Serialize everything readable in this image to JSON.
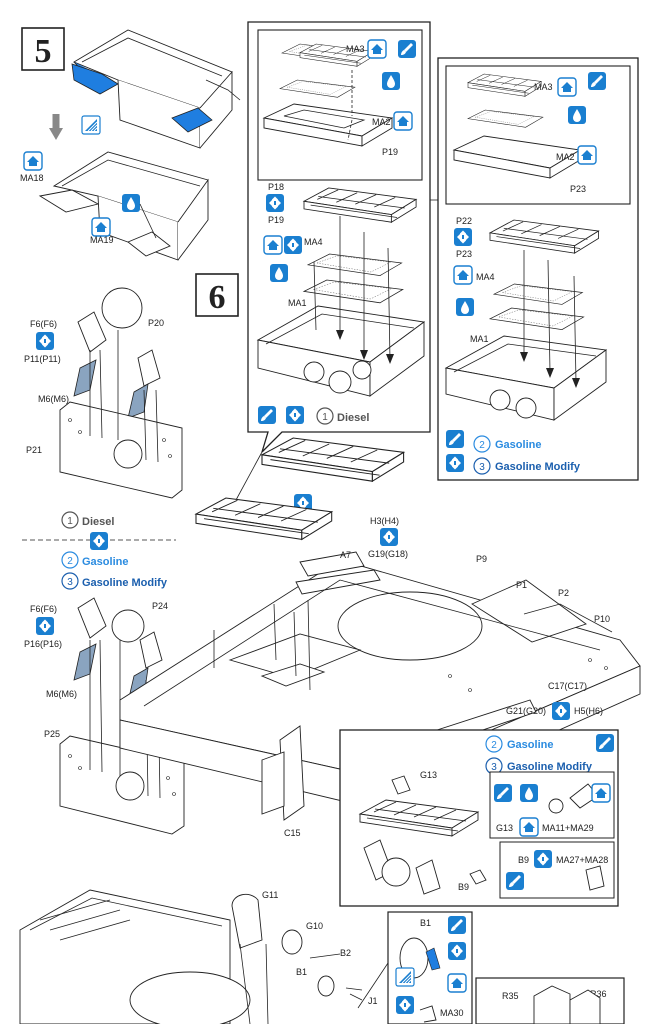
{
  "steps": [
    {
      "number": "5"
    },
    {
      "number": "6"
    }
  ],
  "variants": {
    "diesel": {
      "number": "1",
      "label": "Diesel"
    },
    "gasoline": {
      "number": "2",
      "label": "Gasoline"
    },
    "gasoline_modify": {
      "number": "3",
      "label": "Gasoline Modify"
    }
  },
  "part_labels": {
    "ma18": "MA18",
    "ma19": "MA19",
    "ma3": "MA3",
    "ma2": "MA2",
    "p19": "P19",
    "p18": "P18",
    "ma4": "MA4",
    "ma1": "MA1",
    "p23": "P23",
    "p22": "P22",
    "p20": "P20",
    "f6": "F6(F6)",
    "p11": "P11(P11)",
    "m6": "M6(M6)",
    "p21": "P21",
    "a7": "A7",
    "h3": "H3(H4)",
    "g19": "G19(G18)",
    "p9": "P9",
    "p1": "P1",
    "p2": "P2",
    "p10": "P10",
    "c17": "C17(C17)",
    "g21": "G21(G20)",
    "h5": "H5(H6)",
    "p24": "P24",
    "p16": "P16(P16)",
    "p25": "P25",
    "c15": "C15",
    "g13": "G13",
    "ma11_29": "MA11+MA29",
    "b9": "B9",
    "ma27_28": "MA27+MA28",
    "g11": "G11",
    "g10": "G10",
    "b2": "B2",
    "b1": "B1",
    "j1": "J1",
    "ma30": "MA30",
    "r35": "R35",
    "r36": "R36"
  },
  "colors": {
    "icon_blue": "#1a7fd0",
    "panel_blue": "#1f7ee0",
    "gasoline_text": "#2a8be0",
    "modify_text": "#1b5fae",
    "diesel_text": "#555555",
    "line": "#222222"
  },
  "icons": {
    "drop": "glue-drop-icon",
    "brush": "paint-brush-icon",
    "photo_etch": "photo-etch-bend-icon",
    "house": "photo-etch-part-icon",
    "clip": "clip-part-icon"
  }
}
